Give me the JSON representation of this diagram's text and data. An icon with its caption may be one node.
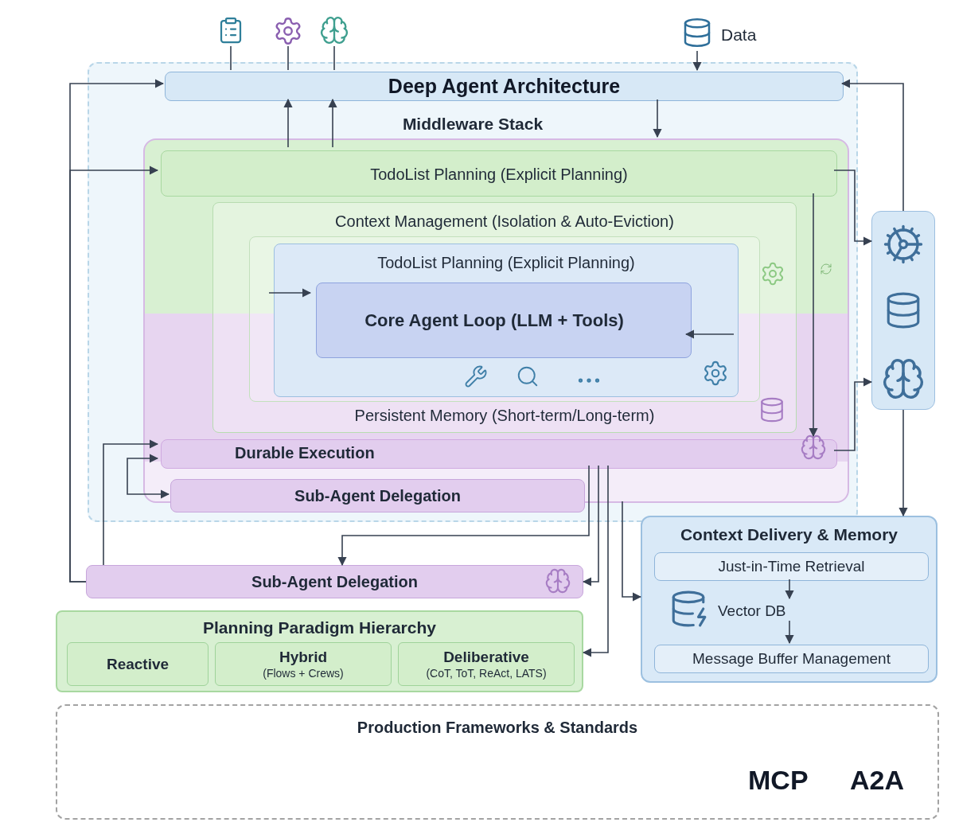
{
  "diagram": {
    "nodes": [
      {
        "text": [],
        "shape": "picture"
      },
      {
        "text": [],
        "shape": "picture"
      },
      {
        "text": [],
        "shape": "picture"
      },
      {
        "text": [],
        "shape": "picture",
        "beside": [
          "Data"
        ]
      },
      {
        "text": [
          "Middleware Stack"
        ]
      },
      {
        "text": [
          "Deep Agent Architecture"
        ],
        "in": 4
      },
      {
        "text": [],
        "shape": "box",
        "in": 4
      },
      {
        "text": [
          "TodoList Planning (Explicit Planning)"
        ],
        "in": 6
      },
      {
        "text": [
          "Durable Execution"
        ],
        "in": 6
      },
      {
        "text": [
          "Context Management (Isolation & Auto-Eviction)",
          "Persistent Memory (Short-term/Long-term)"
        ],
        "in": 6
      },
      {
        "text": [],
        "shape": "box",
        "in": 9
      },
      {
        "text": [
          "TodoList Planning (Explicit Planning)"
        ],
        "in": 10
      },
      {
        "text": [
          "Core Agent Loop (LLM + Tools)"
        ],
        "in": 11
      },
      {
        "text": [
          "Sub-Agent Delegation"
        ],
        "in": 4
      },
      {
        "text": [],
        "shape": "box"
      },
      {
        "text": [
          "Context Delivery & Memory"
        ]
      },
      {
        "text": [
          "Just-in-Time Retrieval"
        ],
        "in": 15
      },
      {
        "text": [
          "Vector DB"
        ],
        "in": 15
      },
      {
        "text": [
          "Message Buffer Management"
        ],
        "in": 15
      },
      {
        "text": [
          "Sub-Agent Delegation"
        ]
      },
      {
        "text": [
          "Planning Paradigm Hierarchy"
        ]
      },
      {
        "text": [
          "Reactive"
        ],
        "in": 20
      },
      {
        "text": [
          "Hybrid",
          "(Flows + Crews)"
        ],
        "in": 20
      },
      {
        "text": [
          "Deliberative",
          "(CoT, ToT, ReAct, LATS)"
        ],
        "in": 20
      },
      {
        "text": [
          "Production Frameworks & Standards"
        ]
      }
    ],
    "edges": [
      {
        "from": 0,
        "to": 5,
        "arrow": "none"
      },
      {
        "from": 1,
        "to": 5,
        "arrow": "none"
      },
      {
        "from": 2,
        "to": 5,
        "arrow": "none"
      },
      {
        "from": 3,
        "to": 5,
        "arrow": "to"
      },
      {
        "from": 7,
        "to": 5,
        "arrow": "to"
      },
      {
        "from": 7,
        "to": 5,
        "arrow": "to"
      },
      {
        "from": 5,
        "to": 6,
        "arrow": "to"
      },
      {
        "from": 19,
        "to": 5,
        "arrow": "to"
      },
      {
        "from": 19,
        "to": 7,
        "arrow": "to"
      },
      {
        "from": 19,
        "to": 8,
        "arrow": "to"
      },
      {
        "from": 8,
        "to": 13,
        "arrow": "both"
      },
      {
        "from": 14,
        "to": 5,
        "arrow": "to"
      },
      {
        "from": 14,
        "to": 15,
        "arrow": "to"
      },
      {
        "from": 7,
        "to": 14,
        "arrow": "to"
      },
      {
        "from": 8,
        "to": 14,
        "arrow": "to"
      },
      {
        "from": 7,
        "to": 8,
        "arrow": "to"
      },
      {
        "from": 11,
        "to": 12,
        "arrow": "to"
      },
      {
        "from": 11,
        "to": 12,
        "arrow": "to"
      },
      {
        "from": 8,
        "to": 19,
        "arrow": "to"
      },
      {
        "from": 8,
        "to": 19,
        "arrow": "to"
      },
      {
        "from": 8,
        "to": 20,
        "arrow": "to"
      },
      {
        "from": 6,
        "to": 15,
        "arrow": "to"
      },
      {
        "from": 16,
        "to": 17,
        "arrow": "to"
      },
      {
        "from": 17,
        "to": 18,
        "arrow": "to"
      }
    ],
    "labels": [
      "MCP",
      "A2A"
    ]
  }
}
